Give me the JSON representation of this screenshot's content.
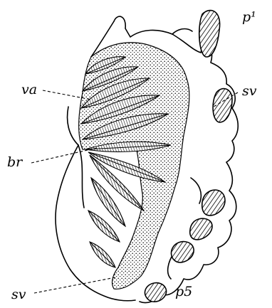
{
  "figure": {
    "labels": {
      "p1": "p¹",
      "va": "va",
      "sv_right": "sv",
      "br": "br",
      "sv_bottom": "sv",
      "p5": "p5"
    }
  }
}
